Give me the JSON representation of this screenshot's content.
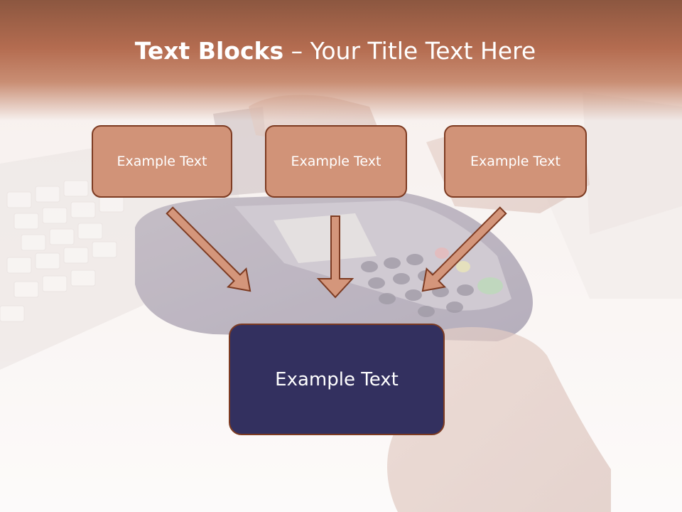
{
  "slide": {
    "title_bold": "Text Blocks",
    "title_dash": " – ",
    "title_rest": "Your Title Text Here"
  },
  "blocks": [
    {
      "label": "Example Text"
    },
    {
      "label": "Example Text"
    },
    {
      "label": "Example Text"
    }
  ],
  "main_block": {
    "label": "Example Text"
  },
  "colors": {
    "header": "#b46c50",
    "block_fill": "#d19378",
    "block_border": "#7d3b22",
    "main_fill": "#33305f",
    "arrow_fill": "#d4967b"
  },
  "background_image": "faded photo of hand using card payment terminal with keyboard"
}
